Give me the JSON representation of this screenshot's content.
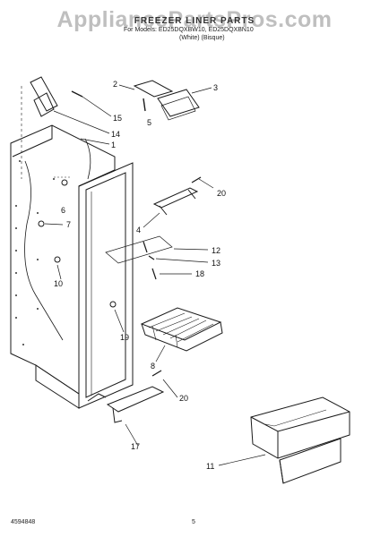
{
  "watermark": "AppliancePartsPros.com",
  "header": {
    "title": "FREEZER LINER PARTS",
    "models_line": "For Models: ED25DQXBW10, ED25DQXBN10",
    "colors_line": "(White)     (Bisque)"
  },
  "footer": {
    "doc_number": "4594848",
    "page_number": "5"
  },
  "callouts": [
    "2",
    "3",
    "15",
    "5",
    "14",
    "1",
    "20",
    "6",
    "7",
    "4",
    "12",
    "13",
    "18",
    "10",
    "19",
    "8",
    "20",
    "17",
    "11"
  ]
}
